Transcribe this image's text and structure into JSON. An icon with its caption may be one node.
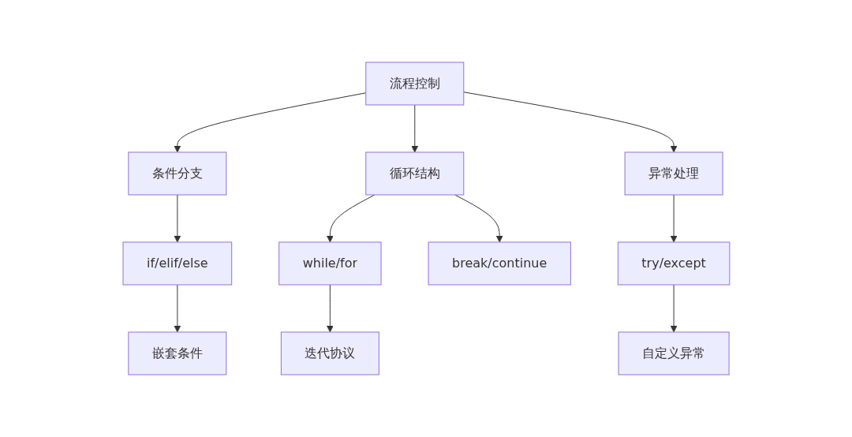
{
  "diagram": {
    "nodes": [
      {
        "text": [
          "流程控制"
        ]
      },
      {
        "text": [
          "条件分支"
        ]
      },
      {
        "text": [
          "循环结构"
        ]
      },
      {
        "text": [
          "异常处理"
        ]
      },
      {
        "text": [
          "if/elif/else"
        ]
      },
      {
        "text": [
          "while/for"
        ]
      },
      {
        "text": [
          "break/continue"
        ]
      },
      {
        "text": [
          "try/except"
        ]
      },
      {
        "text": [
          "嵌套条件"
        ]
      },
      {
        "text": [
          "迭代协议"
        ]
      },
      {
        "text": [
          "自定义异常"
        ]
      }
    ],
    "edges": [
      {
        "from": 0,
        "to": 1,
        "arrow": "to"
      },
      {
        "from": 0,
        "to": 2,
        "arrow": "to"
      },
      {
        "from": 0,
        "to": 3,
        "arrow": "to"
      },
      {
        "from": 1,
        "to": 4,
        "arrow": "to"
      },
      {
        "from": 4,
        "to": 8,
        "arrow": "to"
      },
      {
        "from": 2,
        "to": 5,
        "arrow": "to"
      },
      {
        "from": 2,
        "to": 6,
        "arrow": "to"
      },
      {
        "from": 5,
        "to": 9,
        "arrow": "to"
      },
      {
        "from": 3,
        "to": 7,
        "arrow": "to"
      },
      {
        "from": 7,
        "to": 10,
        "arrow": "to"
      }
    ]
  }
}
